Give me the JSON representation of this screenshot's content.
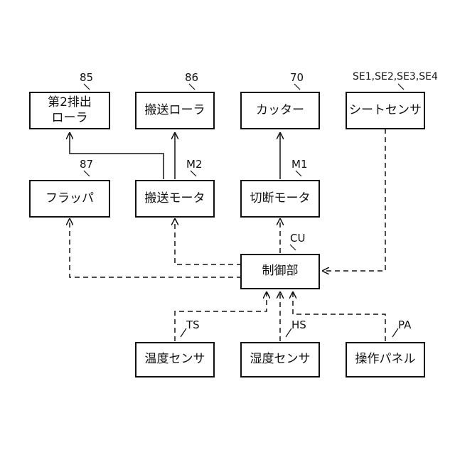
{
  "blocks": {
    "discharge_roller": {
      "label": "第2排出\nローラ",
      "ref": "85"
    },
    "transport_roller": {
      "label": "搬送ローラ",
      "ref": "86"
    },
    "cutter": {
      "label": "カッター",
      "ref": "70"
    },
    "sheet_sensor": {
      "label": "シートセンサ",
      "ref": "SE1,SE2,SE3,SE4"
    },
    "flapper": {
      "label": "フラッパ",
      "ref": "87"
    },
    "transport_motor": {
      "label": "搬送モータ",
      "ref": "M2"
    },
    "cutting_motor": {
      "label": "切断モータ",
      "ref": "M1"
    },
    "controller": {
      "label": "制御部",
      "ref": "CU"
    },
    "temperature_sensor": {
      "label": "温度センサ",
      "ref": "TS"
    },
    "humidity_sensor": {
      "label": "湿度センサ",
      "ref": "HS"
    },
    "operation_panel": {
      "label": "操作パネル",
      "ref": "PA"
    }
  }
}
